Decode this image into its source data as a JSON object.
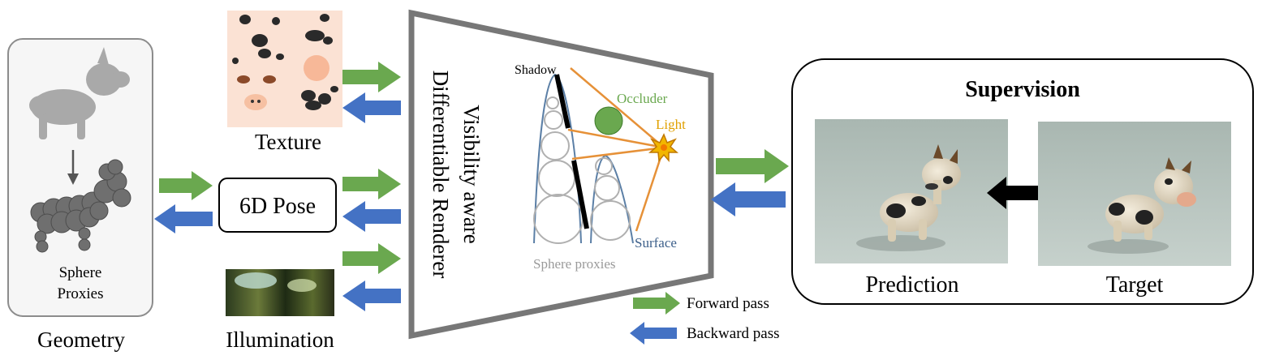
{
  "geometry": {
    "caption": "Geometry",
    "sphere_label_line1": "Sphere",
    "sphere_label_line2": "Proxies"
  },
  "texture": {
    "caption": "Texture"
  },
  "pose": {
    "label": "6D Pose"
  },
  "illumination": {
    "caption": "Illumination"
  },
  "renderer": {
    "title_line1": "Visibility aware",
    "title_line2": "Differentiable Renderer",
    "shadow_label": "Shadow",
    "occluder_label": "Occluder",
    "light_label": "Light",
    "surface_label": "Surface",
    "sphere_proxies_label": "Sphere proxies"
  },
  "supervision": {
    "title": "Supervision",
    "prediction_caption": "Prediction",
    "target_caption": "Target"
  },
  "legend": {
    "forward_label": "Forward pass",
    "backward_label": "Backward pass"
  },
  "colors": {
    "forward_arrow": "#6aa84f",
    "backward_arrow": "#4472c4",
    "occluder": "#6aa84f",
    "light": "#e0a000",
    "ray": "#e69138",
    "surface": "#5b7fa6",
    "proxy_circle": "#b0b0b0"
  }
}
